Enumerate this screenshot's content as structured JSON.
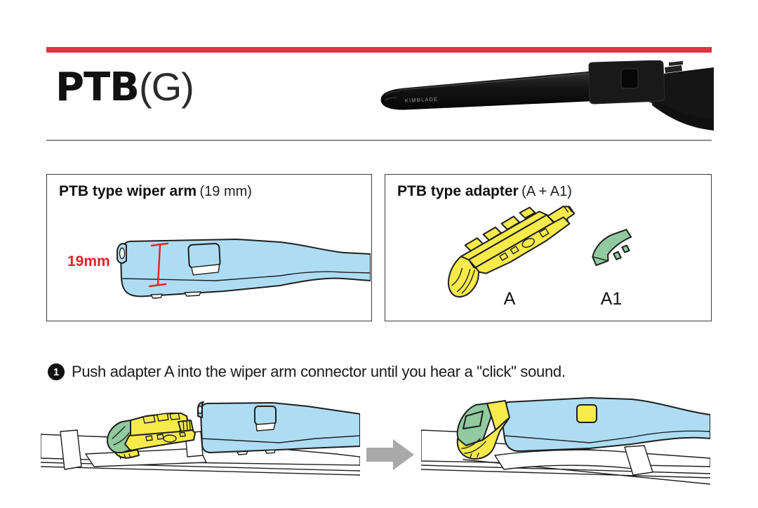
{
  "header": {
    "title_bold": "PTB",
    "title_light": "(G)",
    "product_brand": "KIMBLADE"
  },
  "panels": {
    "wiper_arm": {
      "title_bold": "PTB type wiper arm",
      "title_note": "(19 mm)",
      "dimension_label": "19mm"
    },
    "adapter": {
      "title_bold": "PTB type adapter",
      "title_note": "(A + A1)",
      "part_a_label": "A",
      "part_a1_label": "A1"
    }
  },
  "step": {
    "number": "1",
    "text": "Push adapter A into the wiper arm connector until you hear a \"click\" sound."
  },
  "colors": {
    "accent_red": "#e5303e",
    "dimension_red": "#e62129",
    "arm_blue": "#aeddf3",
    "adapter_yellow": "#f6eb4a",
    "adapter_green": "#90ca9e",
    "outline_dark": "#1f1f1f",
    "arrow_gray": "#a9a9a9",
    "divider_gray": "#8f8f8f"
  }
}
